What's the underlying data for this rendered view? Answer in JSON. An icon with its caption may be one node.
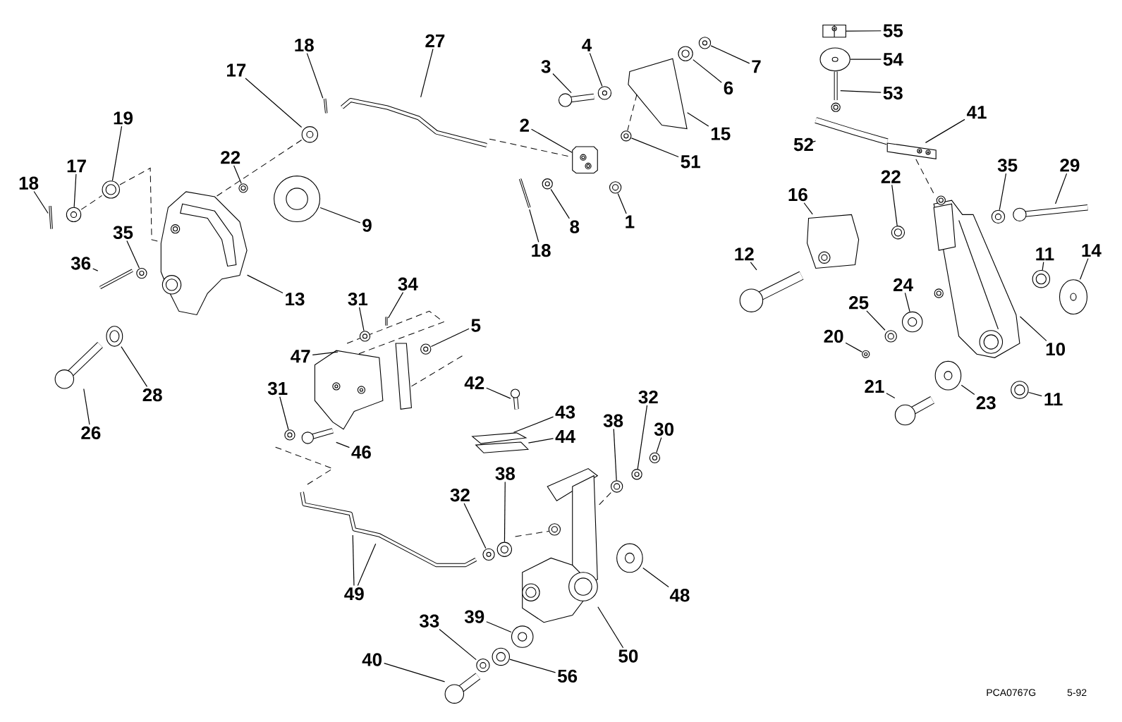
{
  "diagram": {
    "nodes": [
      {
        "text": [
          "18"
        ]
      },
      {
        "text": [
          "17"
        ]
      },
      {
        "text": [
          "27"
        ]
      },
      {
        "text": [
          "3"
        ]
      },
      {
        "text": [
          "4"
        ]
      },
      {
        "text": [
          "7"
        ]
      },
      {
        "text": [
          "6"
        ]
      },
      {
        "text": [
          "15"
        ]
      },
      {
        "text": [
          "2"
        ]
      },
      {
        "text": [
          "51"
        ]
      },
      {
        "text": [
          "55"
        ]
      },
      {
        "text": [
          "54"
        ]
      },
      {
        "text": [
          "53"
        ]
      },
      {
        "text": [
          "41"
        ]
      },
      {
        "text": [
          "52"
        ]
      },
      {
        "text": [
          "35"
        ]
      },
      {
        "text": [
          "29"
        ]
      },
      {
        "text": [
          "19"
        ]
      },
      {
        "text": [
          "17"
        ]
      },
      {
        "text": [
          "18"
        ]
      },
      {
        "text": [
          "22"
        ]
      },
      {
        "text": [
          "9"
        ]
      },
      {
        "text": [
          "35"
        ]
      },
      {
        "text": [
          "36"
        ]
      },
      {
        "text": [
          "13"
        ]
      },
      {
        "text": [
          "8"
        ]
      },
      {
        "text": [
          "1"
        ]
      },
      {
        "text": [
          "18"
        ]
      },
      {
        "text": [
          "16"
        ]
      },
      {
        "text": [
          "22"
        ]
      },
      {
        "text": [
          "12"
        ]
      },
      {
        "text": [
          "11"
        ]
      },
      {
        "text": [
          "14"
        ]
      },
      {
        "text": [
          "24"
        ]
      },
      {
        "text": [
          "25"
        ]
      },
      {
        "text": [
          "20"
        ]
      },
      {
        "text": [
          "10"
        ]
      },
      {
        "text": [
          "21"
        ]
      },
      {
        "text": [
          "23"
        ]
      },
      {
        "text": [
          "11"
        ]
      },
      {
        "text": [
          "31"
        ]
      },
      {
        "text": [
          "34"
        ]
      },
      {
        "text": [
          "5"
        ]
      },
      {
        "text": [
          "47"
        ]
      },
      {
        "text": [
          "26"
        ]
      },
      {
        "text": [
          "28"
        ]
      },
      {
        "text": [
          "31"
        ]
      },
      {
        "text": [
          "46"
        ]
      },
      {
        "text": [
          "42"
        ]
      },
      {
        "text": [
          "43"
        ]
      },
      {
        "text": [
          "44"
        ]
      },
      {
        "text": [
          "38"
        ]
      },
      {
        "text": [
          "32"
        ]
      },
      {
        "text": [
          "30"
        ]
      },
      {
        "text": [
          "32"
        ]
      },
      {
        "text": [
          "38"
        ]
      },
      {
        "text": [
          "49"
        ]
      },
      {
        "text": [
          "48"
        ]
      },
      {
        "text": [
          "39"
        ]
      },
      {
        "text": [
          "50"
        ]
      },
      {
        "text": [
          "33"
        ]
      },
      {
        "text": [
          "40"
        ]
      },
      {
        "text": [
          "56"
        ]
      },
      {
        "text": [],
        "shape": "picture"
      },
      {
        "text": [],
        "shape": "picture"
      },
      {
        "text": [],
        "shape": "picture"
      },
      {
        "text": [],
        "shape": "picture"
      },
      {
        "text": [],
        "shape": "picture"
      },
      {
        "text": [],
        "shape": "picture"
      },
      {
        "text": [],
        "shape": "picture"
      },
      {
        "text": [],
        "shape": "picture"
      },
      {
        "text": [],
        "shape": "picture"
      },
      {
        "text": [],
        "shape": "picture"
      },
      {
        "text": [],
        "shape": "picture"
      },
      {
        "text": [],
        "shape": "picture"
      },
      {
        "text": [],
        "shape": "picture"
      },
      {
        "text": [],
        "shape": "picture"
      },
      {
        "text": [],
        "shape": "picture"
      },
      {
        "text": [],
        "shape": "picture"
      },
      {
        "text": [],
        "shape": "picture"
      },
      {
        "text": [],
        "shape": "picture"
      },
      {
        "text": [],
        "shape": "picture"
      },
      {
        "text": [],
        "shape": "picture"
      },
      {
        "text": [],
        "shape": "picture"
      },
      {
        "text": [],
        "shape": "picture"
      },
      {
        "text": [],
        "shape": "picture"
      },
      {
        "text": [],
        "shape": "picture"
      },
      {
        "text": [],
        "shape": "picture"
      },
      {
        "text": [],
        "shape": "picture"
      },
      {
        "text": [],
        "shape": "picture"
      },
      {
        "text": [],
        "shape": "picture"
      },
      {
        "text": [],
        "shape": "picture"
      },
      {
        "text": [],
        "shape": "picture"
      },
      {
        "text": [],
        "shape": "picture"
      },
      {
        "text": [],
        "shape": "picture"
      },
      {
        "text": [],
        "shape": "picture"
      },
      {
        "text": [],
        "shape": "picture"
      },
      {
        "text": [],
        "shape": "picture"
      },
      {
        "text": [],
        "shape": "picture"
      },
      {
        "text": [],
        "shape": "picture"
      },
      {
        "text": [],
        "shape": "picture"
      },
      {
        "text": [],
        "shape": "picture"
      },
      {
        "text": [],
        "shape": "picture"
      },
      {
        "text": [],
        "shape": "picture"
      },
      {
        "text": [],
        "shape": "picture"
      },
      {
        "text": [],
        "shape": "picture"
      },
      {
        "text": [],
        "shape": "picture"
      },
      {
        "text": [],
        "shape": "picture"
      },
      {
        "text": [],
        "shape": "picture"
      },
      {
        "text": [],
        "shape": "picture"
      },
      {
        "text": [],
        "shape": "picture"
      },
      {
        "text": [],
        "shape": "picture"
      },
      {
        "text": [],
        "shape": "picture"
      },
      {
        "text": [],
        "shape": "picture"
      },
      {
        "text": [],
        "shape": "picture"
      },
      {
        "text": [],
        "shape": "picture"
      },
      {
        "text": [],
        "shape": "picture"
      },
      {
        "text": [],
        "shape": "picture"
      },
      {
        "text": [],
        "shape": "picture"
      },
      {
        "text": [],
        "shape": "picture"
      },
      {
        "text": [],
        "shape": "picture"
      },
      {
        "text": [],
        "shape": "picture"
      },
      {
        "text": [],
        "shape": "picture"
      },
      {
        "text": [],
        "shape": "picture"
      },
      {
        "text": [],
        "shape": "picture"
      },
      {
        "text": [],
        "shape": "picture"
      }
    ],
    "edges": [
      {
        "from": 0,
        "to": 63,
        "arrow": "none"
      },
      {
        "from": 1,
        "to": 64,
        "arrow": "none"
      },
      {
        "from": 2,
        "to": 65,
        "arrow": "none"
      },
      {
        "from": 3,
        "to": 66,
        "arrow": "none"
      },
      {
        "from": 4,
        "to": 67,
        "arrow": "none"
      },
      {
        "from": 5,
        "to": 68,
        "arrow": "none"
      },
      {
        "from": 6,
        "to": 69,
        "arrow": "none"
      },
      {
        "from": 7,
        "to": 70,
        "arrow": "none"
      },
      {
        "from": 8,
        "to": 71,
        "arrow": "none"
      },
      {
        "from": 9,
        "to": 72,
        "arrow": "none"
      },
      {
        "from": 10,
        "to": 73,
        "arrow": "none"
      },
      {
        "from": 11,
        "to": 74,
        "arrow": "none"
      },
      {
        "from": 12,
        "to": 75,
        "arrow": "none"
      },
      {
        "from": 13,
        "to": 76,
        "arrow": "none"
      },
      {
        "from": 14,
        "to": 77,
        "arrow": "none"
      },
      {
        "from": 15,
        "to": 78,
        "arrow": "none"
      },
      {
        "from": 16,
        "to": 79,
        "arrow": "none"
      },
      {
        "from": 17,
        "to": 80,
        "arrow": "none"
      },
      {
        "from": 18,
        "to": 81,
        "arrow": "none"
      },
      {
        "from": 19,
        "to": 82,
        "arrow": "none"
      },
      {
        "from": 20,
        "to": 83,
        "arrow": "none"
      },
      {
        "from": 21,
        "to": 84,
        "arrow": "none"
      },
      {
        "from": 22,
        "to": 85,
        "arrow": "none"
      },
      {
        "from": 23,
        "to": 86,
        "arrow": "none"
      },
      {
        "from": 24,
        "to": 87,
        "arrow": "none"
      },
      {
        "from": 25,
        "to": 88,
        "arrow": "none"
      },
      {
        "from": 26,
        "to": 89,
        "arrow": "none"
      },
      {
        "from": 27,
        "to": 90,
        "arrow": "none"
      },
      {
        "from": 28,
        "to": 91,
        "arrow": "none"
      },
      {
        "from": 29,
        "to": 92,
        "arrow": "none"
      },
      {
        "from": 30,
        "to": 93,
        "arrow": "none"
      },
      {
        "from": 31,
        "to": 94,
        "arrow": "none"
      },
      {
        "from": 32,
        "to": 95,
        "arrow": "none"
      },
      {
        "from": 33,
        "to": 96,
        "arrow": "none"
      },
      {
        "from": 34,
        "to": 97,
        "arrow": "none"
      },
      {
        "from": 35,
        "to": 98,
        "arrow": "none"
      },
      {
        "from": 36,
        "to": 99,
        "arrow": "none"
      },
      {
        "from": 37,
        "to": 100,
        "arrow": "none"
      },
      {
        "from": 38,
        "to": 101,
        "arrow": "none"
      },
      {
        "from": 39,
        "to": 102,
        "arrow": "none"
      },
      {
        "from": 40,
        "to": 103,
        "arrow": "none"
      },
      {
        "from": 41,
        "to": 104,
        "arrow": "none"
      },
      {
        "from": 42,
        "to": 105,
        "arrow": "none"
      },
      {
        "from": 43,
        "to": 106,
        "arrow": "none"
      },
      {
        "from": 44,
        "to": 107,
        "arrow": "none"
      },
      {
        "from": 45,
        "to": 108,
        "arrow": "none"
      },
      {
        "from": 46,
        "to": 109,
        "arrow": "none"
      },
      {
        "from": 47,
        "to": 110,
        "arrow": "none"
      },
      {
        "from": 48,
        "to": 111,
        "arrow": "none"
      },
      {
        "from": 49,
        "to": 112,
        "arrow": "none"
      },
      {
        "from": 50,
        "to": 113,
        "arrow": "none"
      },
      {
        "from": 51,
        "to": 114,
        "arrow": "none"
      },
      {
        "from": 52,
        "to": 115,
        "arrow": "none"
      },
      {
        "from": 53,
        "to": 116,
        "arrow": "none"
      },
      {
        "from": 54,
        "to": 117,
        "arrow": "none"
      },
      {
        "from": 55,
        "to": 118,
        "arrow": "none"
      },
      {
        "from": 56,
        "to": 119,
        "arrow": "none"
      },
      {
        "from": 56,
        "to": 119,
        "arrow": "none"
      },
      {
        "from": 57,
        "to": 120,
        "arrow": "none"
      },
      {
        "from": 58,
        "to": 121,
        "arrow": "none"
      },
      {
        "from": 59,
        "to": 122,
        "arrow": "none"
      },
      {
        "from": 60,
        "to": 123,
        "arrow": "none"
      },
      {
        "from": 61,
        "to": 124,
        "arrow": "none"
      },
      {
        "from": 62,
        "to": 125,
        "arrow": "none"
      },
      {
        "from": 81,
        "to": 80,
        "arrow": "none",
        "style": "dashed"
      },
      {
        "from": 80,
        "to": 87,
        "arrow": "none",
        "style": "dashed"
      },
      {
        "from": 64,
        "to": 87,
        "arrow": "none",
        "style": "dashed"
      },
      {
        "from": 65,
        "to": 71,
        "arrow": "none",
        "style": "dashed"
      },
      {
        "from": 76,
        "to": 99,
        "arrow": "none",
        "style": "dashed"
      },
      {
        "from": 114,
        "to": 122,
        "arrow": "none",
        "style": "dashed"
      },
      {
        "from": 70,
        "to": 72,
        "arrow": "none",
        "style": "dashed"
      }
    ],
    "labels": [
      "PCA0767G",
      "5-92"
    ]
  }
}
